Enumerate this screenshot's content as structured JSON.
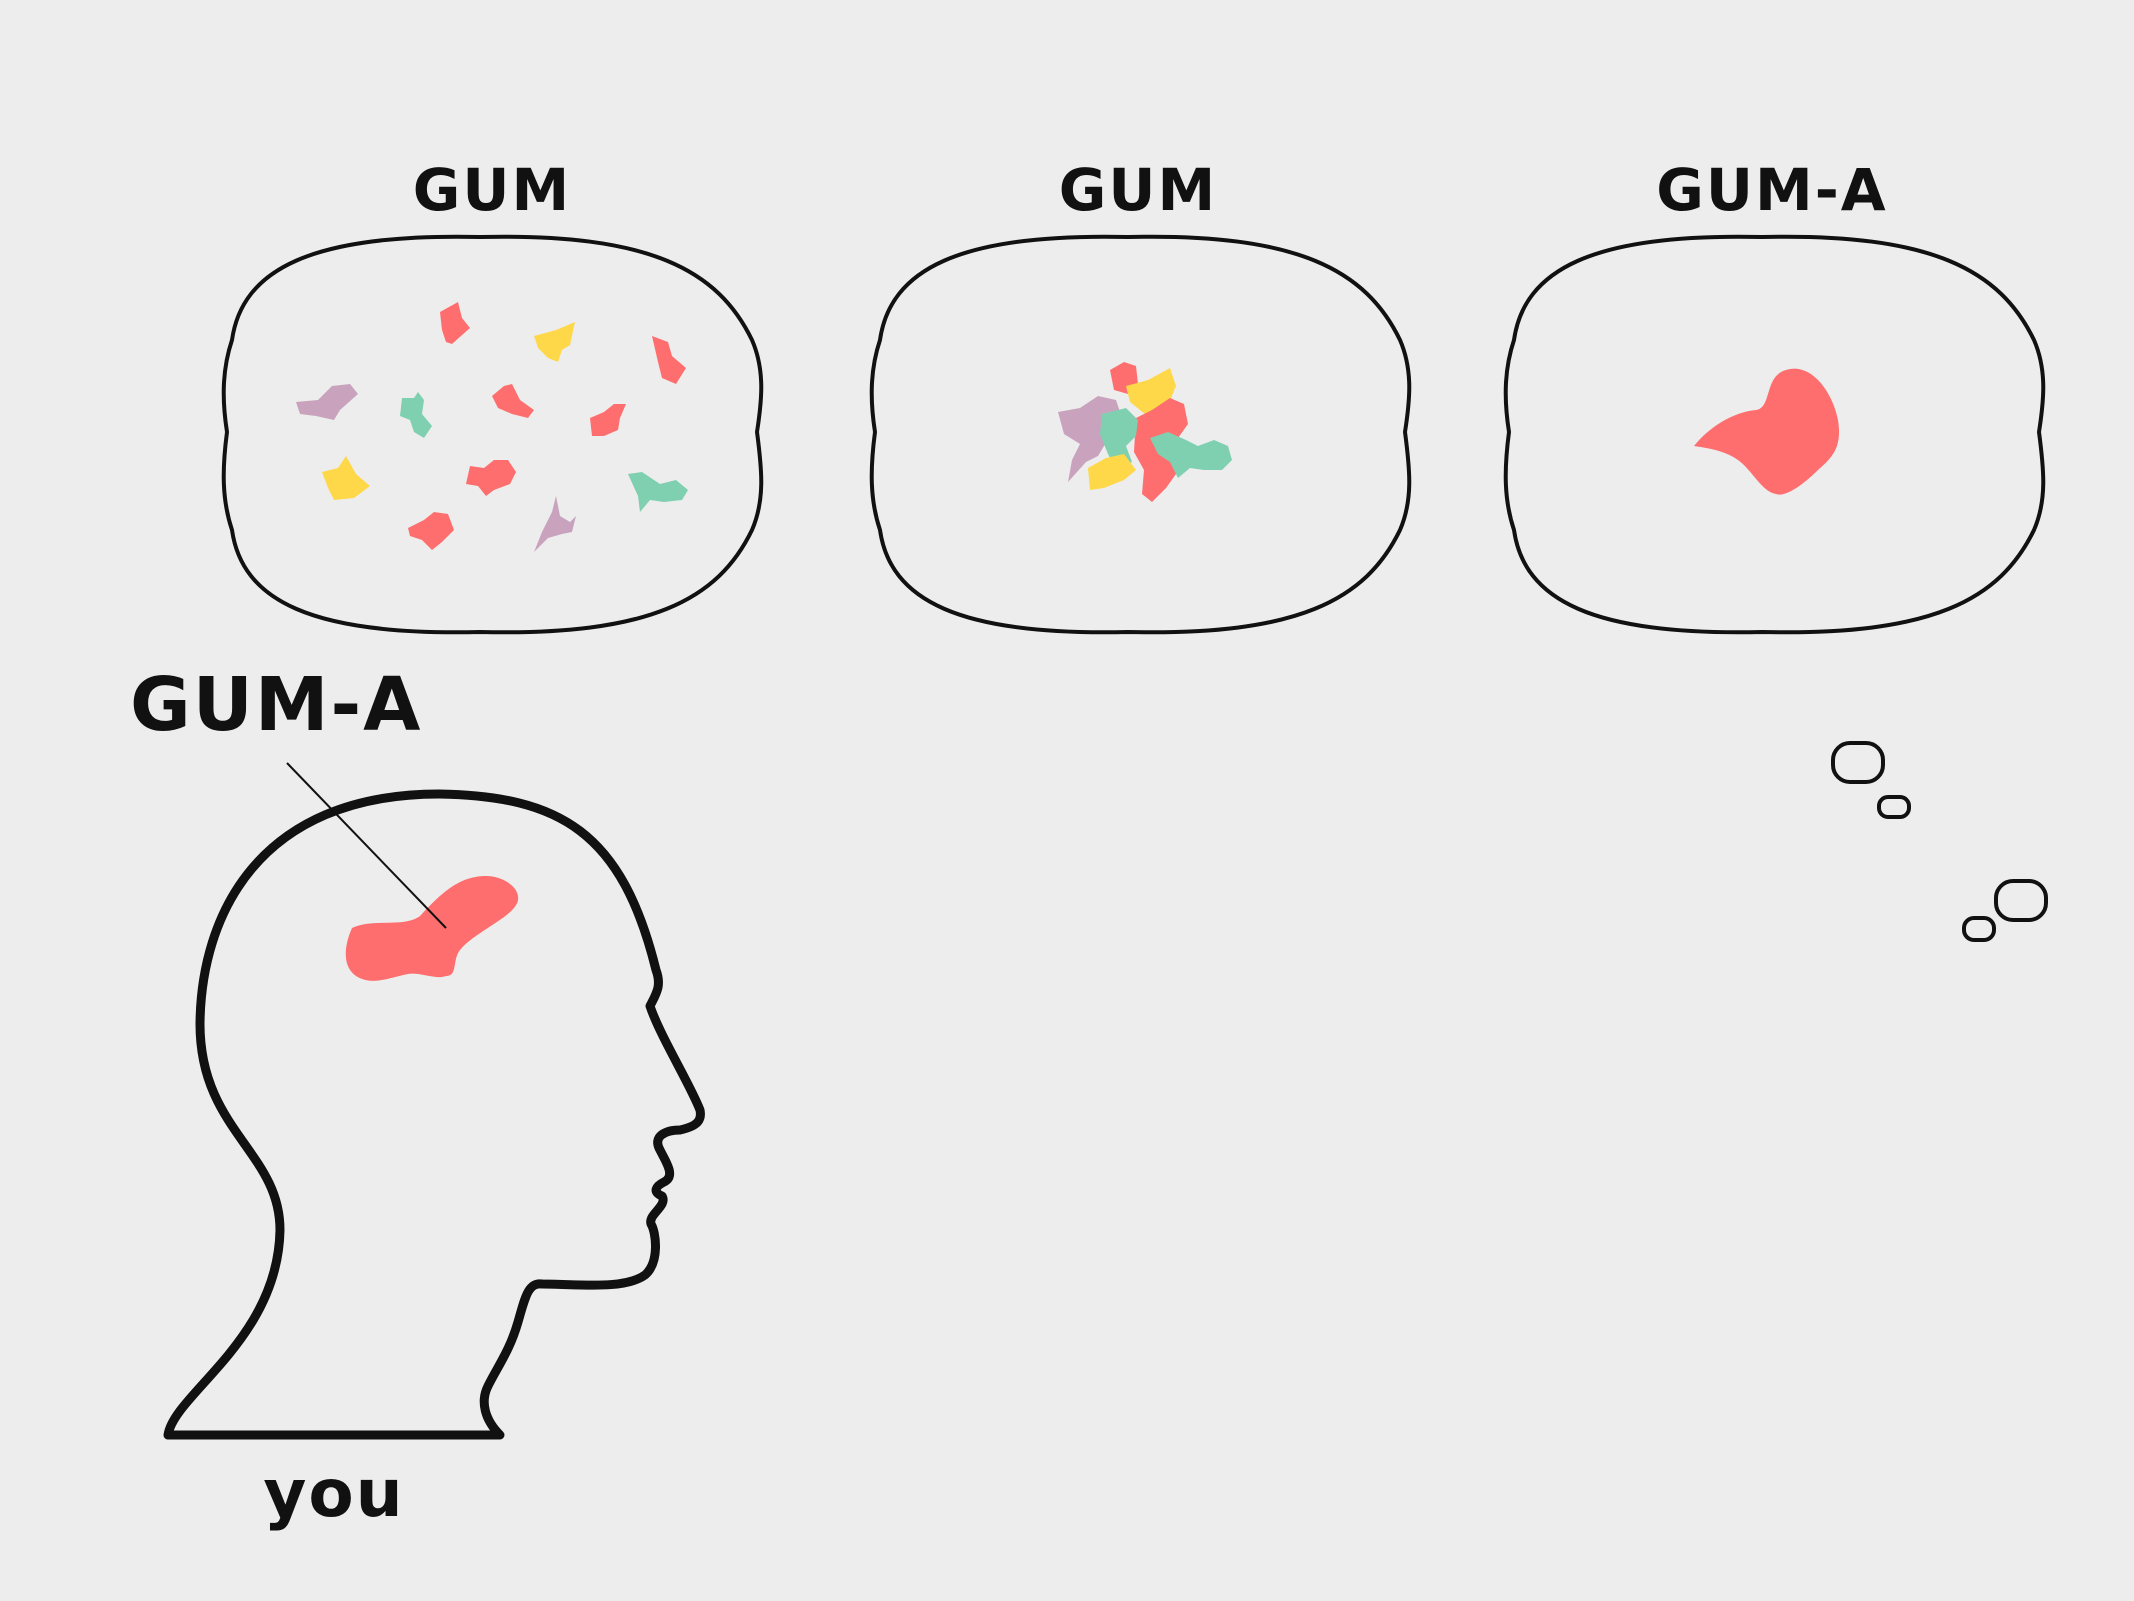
{
  "panels": [
    {
      "title": "GUM",
      "state": "scattered pieces"
    },
    {
      "title": "GUM",
      "state": "clumped pieces"
    },
    {
      "title": "GUM-A",
      "state": "merged blob"
    }
  ],
  "head": {
    "pointer_label": "GUM-A",
    "caption": "you"
  },
  "colors": {
    "background": "#ededed",
    "ink": "#111111",
    "red": "#ff6e6e",
    "yellow": "#ffd84a",
    "purple": "#c9a3bd",
    "green": "#7fd0b0"
  }
}
